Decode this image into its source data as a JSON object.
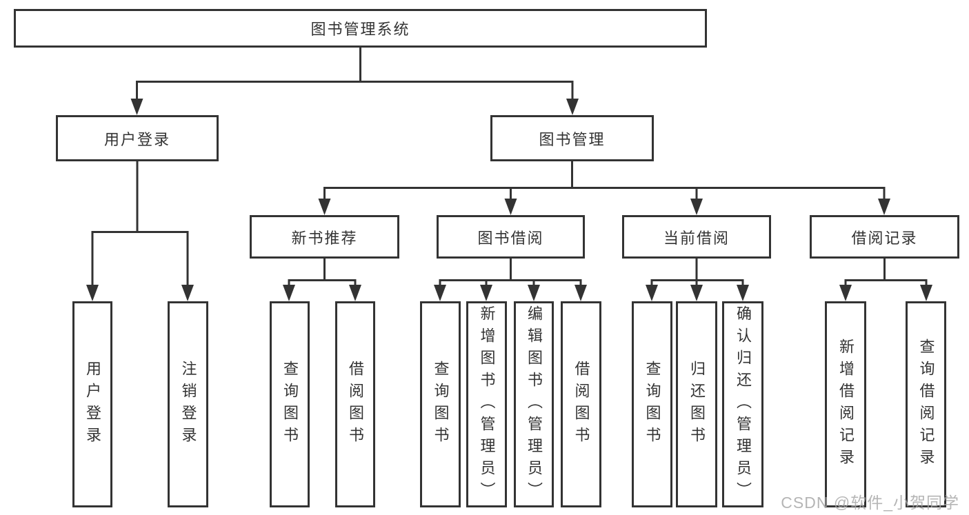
{
  "tree": {
    "root": {
      "label": "图书管理系统"
    },
    "user": {
      "label": "用户登录",
      "children": [
        {
          "label": "用户登录"
        },
        {
          "label": "注销登录"
        }
      ]
    },
    "mgmt": {
      "label": "图书管理",
      "sections": [
        {
          "label": "新书推荐",
          "children": [
            {
              "label": "查询图书"
            },
            {
              "label": "借阅图书"
            }
          ]
        },
        {
          "label": "图书借阅",
          "children": [
            {
              "label": "查询图书"
            },
            {
              "label": "新增图书（管理员）"
            },
            {
              "label": "编辑图书（管理员）"
            },
            {
              "label": "借阅图书"
            }
          ]
        },
        {
          "label": "当前借阅",
          "children": [
            {
              "label": "查询图书"
            },
            {
              "label": "归还图书"
            },
            {
              "label": "确认归还（管理员）"
            }
          ]
        },
        {
          "label": "借阅记录",
          "children": [
            {
              "label": "新增借阅记录"
            },
            {
              "label": "查询借阅记录"
            }
          ]
        }
      ]
    }
  },
  "watermark": {
    "text": "CSDN @软件_小贺同学"
  },
  "colors": {
    "line": "#333333",
    "box_fill": "#ffffff",
    "watermark": "#a8a8a8"
  }
}
